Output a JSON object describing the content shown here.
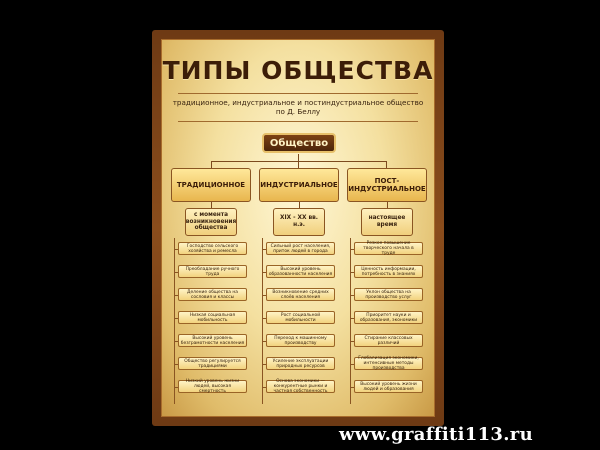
{
  "poster": {
    "title": "ТИПЫ ОБЩЕСТВА",
    "subtitle": "традиционное, индустриальное и постиндустриальное общество по Д. Беллу",
    "root_label": "Общество",
    "colors": {
      "frame": "#6e3a14",
      "parchment": "#f4e0a0",
      "box_fill": "#f2d27e",
      "root_fill": "#5a2d0c",
      "text": "#3c1d08"
    }
  },
  "columns": [
    {
      "header": "ТРАДИЦИОННОЕ",
      "period": "с момента возникновения общества",
      "features": [
        "Господство сельского хозяйства и ремесла",
        "Преобладание ручного труда",
        "Деление общества на сословия и классы",
        "Низкая социальная мобильность",
        "Высокий уровень безграмотности населения",
        "Общество регулируется традициями",
        "Низкий уровень жизни людей, высокая смертность"
      ]
    },
    {
      "header": "ИНДУСТРИАЛЬНОЕ",
      "period": "XIX - XX вв. н.э.",
      "features": [
        "Сильный рост населения, приток людей в города",
        "Высокий уровень образованности населения",
        "Возникновение средних слоёв населения",
        "Рост социальной мобильности",
        "Переход к машинному производству",
        "Усиление эксплуатации природных ресурсов",
        "Основа экономики — конкурентные рынки и частная собственность"
      ]
    },
    {
      "header": "ПОСТ-ИНДУСТРИАЛЬНОЕ",
      "period": "настоящее время",
      "features": [
        "Резкое повышение творческого начала в труде",
        "Ценность информации, потребность в знаниях",
        "Уклон общества на производство услуг",
        "Приоритет науки и образования, экономики",
        "Стирание классовых различий",
        "Глобализация экономики, интенсивные методы производства",
        "Высокий уровень жизни людей и образования"
      ]
    }
  ],
  "watermark": "www.graffiti113.ru"
}
